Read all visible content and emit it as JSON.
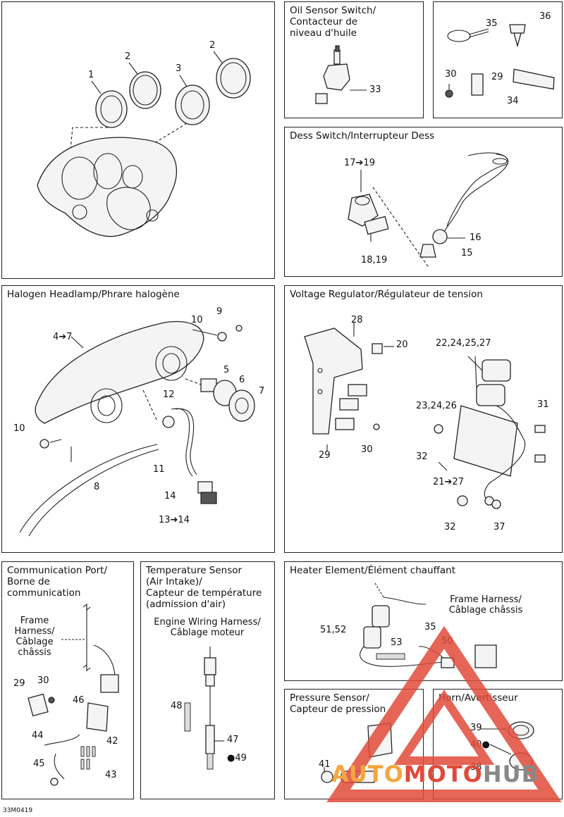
{
  "panels": {
    "gauges": {
      "labels": [
        "1",
        "2",
        "3",
        "2"
      ]
    },
    "oil": {
      "title": "Oil Sensor Switch/\nContacteur de\nniveau d'huile",
      "labels": [
        "33"
      ]
    },
    "misc": {
      "labels": [
        "35",
        "36",
        "30",
        "29",
        "34"
      ]
    },
    "dess": {
      "title": "Dess Switch/Interrupteur Dess",
      "labels": [
        "17➔19",
        "16",
        "18,19",
        "15"
      ]
    },
    "headlamp": {
      "title": "Halogen Headlamp/Phrare halogène",
      "labels": [
        "9",
        "10",
        "4➔7",
        "5",
        "6",
        "7",
        "12",
        "10",
        "11",
        "8",
        "14",
        "13➔14"
      ]
    },
    "regulator": {
      "title": "Voltage Regulator/Régulateur de tension",
      "labels": [
        "28",
        "20",
        "22,24,25,27",
        "23,24,26",
        "31",
        "32",
        "30",
        "29",
        "21➔27",
        "32",
        "37"
      ]
    },
    "comm": {
      "title": "Communication Port/\nBorne de\ncommunication",
      "note": "Frame\nHarness/\nCâblage\nchâssis",
      "labels": [
        "29",
        "30",
        "46",
        "42",
        "44",
        "45",
        "43"
      ]
    },
    "temp": {
      "title": "Temperature Sensor\n(Air Intake)/\nCapteur de température\n(admission d'air)",
      "note": "Engine Wiring Harness/\nCâblage moteur",
      "labels": [
        "48",
        "47",
        "49"
      ]
    },
    "heater": {
      "title": "Heater Element/Élément chauffant",
      "note": "Frame Harness/\nCâblage châssis",
      "labels": [
        "51,52",
        "53",
        "35",
        "50"
      ]
    },
    "pressure": {
      "title": "Pressure Sensor/\nCapteur de pression",
      "labels": [
        "41"
      ]
    },
    "horn": {
      "title": "Horn/Avertisseur",
      "labels": [
        "39",
        "40",
        "38"
      ]
    }
  },
  "drawing_code": "33M0419",
  "watermark": {
    "part1": "AUTO",
    "part2": "MOTO",
    "part3": "HUB"
  },
  "colors": {
    "line": "#222222",
    "watermark_orange": "#f4a640",
    "watermark_red": "#e04a3a",
    "watermark_grey": "#888888"
  }
}
